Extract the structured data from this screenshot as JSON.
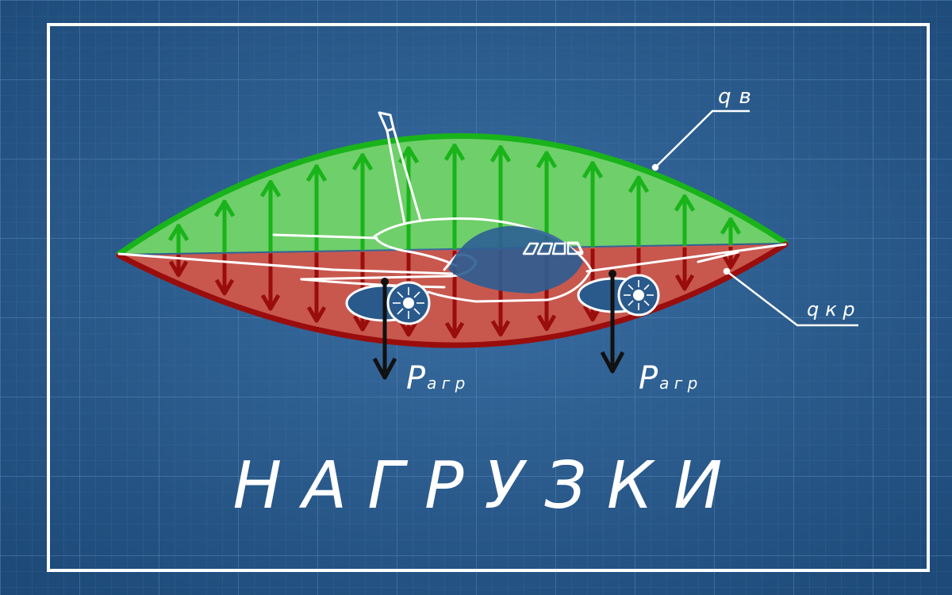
{
  "title": "НАГРУЗКИ",
  "labels": {
    "q_air": {
      "main": "q",
      "sub": "в"
    },
    "q_wing": {
      "main": "q",
      "sub": "к р"
    },
    "p_left": {
      "main": "P",
      "sub": "а г р"
    },
    "p_right": {
      "main": "P",
      "sub": "а г р"
    }
  },
  "colors": {
    "background": "#2a5a8c",
    "grid": "#4f7fb0",
    "frame": "#ffffff",
    "lift_fill": "#6fcf6a",
    "lift_stroke": "#19b31a",
    "weight_fill": "#c8584e",
    "weight_stroke": "#9a0d0d",
    "aircraft_line": "#ffffff",
    "aggregate_arrow": "#111111"
  },
  "icons": [
    "airplane-icon",
    "engine-icon"
  ]
}
